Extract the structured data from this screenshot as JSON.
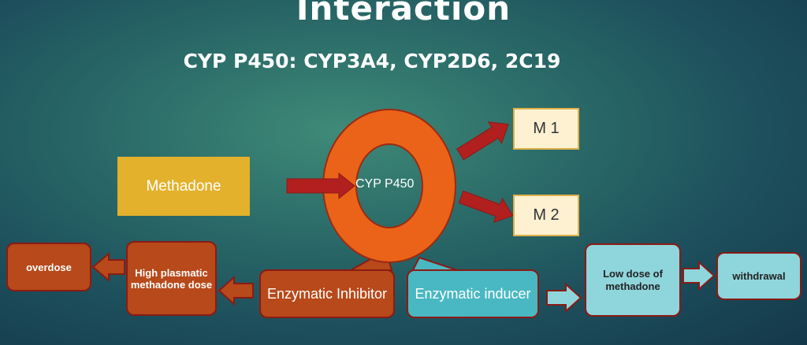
{
  "slide": {
    "title": "Interaction",
    "subtitle": "CYP P450: CYP3A4, CYP2D6, 2C19"
  },
  "diagram": {
    "methadone": "Methadone",
    "enzyme": "CYP P450",
    "metabolite_1": "M 1",
    "metabolite_2": "M 2",
    "overdose": "overdose",
    "high_dose": "High plasmatic methadone dose",
    "inhibitor": "Enzymatic Inhibitor",
    "inducer": "Enzymatic inducer",
    "low_dose": "Low dose of methadone",
    "withdrawal": "withdrawal"
  },
  "colors": {
    "ring": "#ea6318",
    "arrow_red": "#b21f1f",
    "methadone_box": "#e3b12c",
    "inhibitor_branch": "#b7491a",
    "inducer_box": "#4ab8c2",
    "inducer_branch": "#8fd5dc"
  }
}
